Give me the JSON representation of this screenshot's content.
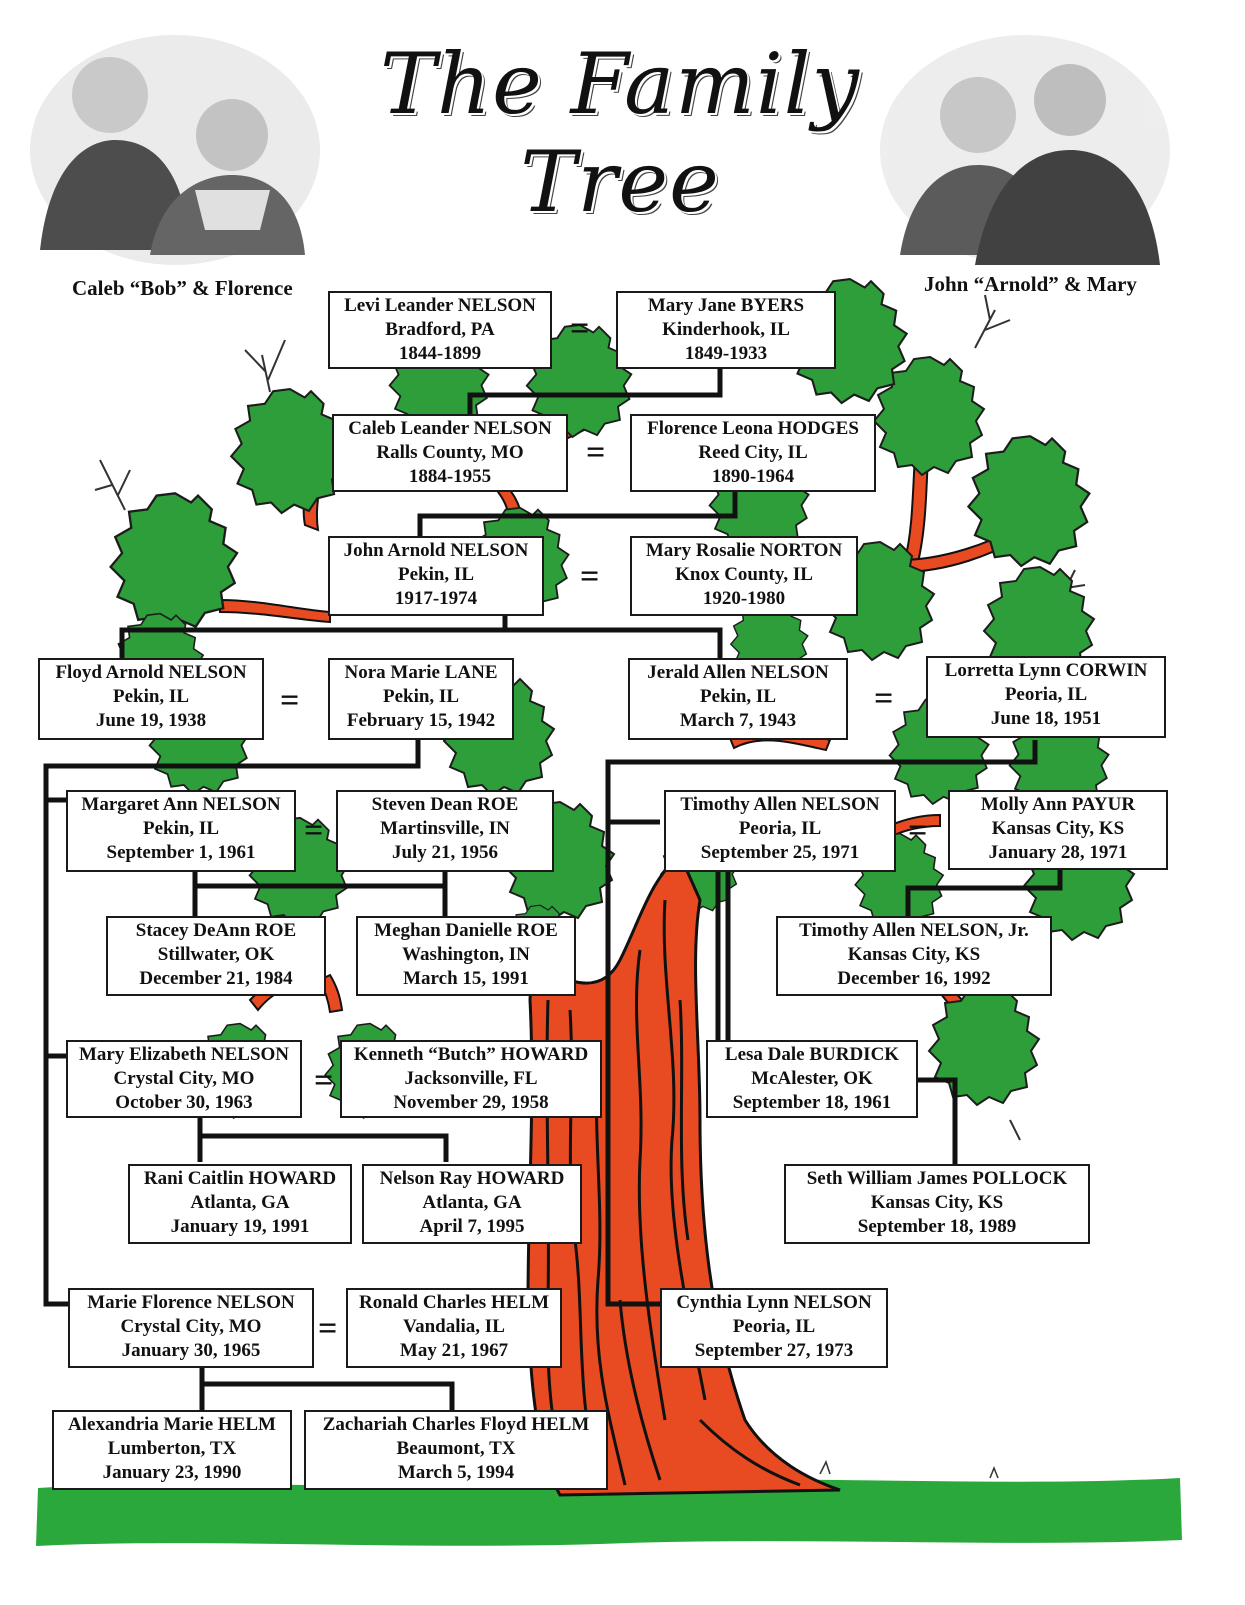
{
  "title": "The Family Tree",
  "captions": {
    "left": "Caleb “Bob” & Florence",
    "right": "John “Arnold” & Mary"
  },
  "colors": {
    "leaf": "#2e9e3a",
    "trunk": "#e84a22",
    "ground": "#2aa83c",
    "line": "#111111"
  },
  "equals_sign": "=",
  "people": {
    "levi": {
      "name": "Levi Leander NELSON",
      "place": "Bradford, PA",
      "date": "1844-1899"
    },
    "maryjane": {
      "name": "Mary Jane BYERS",
      "place": "Kinderhook, IL",
      "date": "1849-1933"
    },
    "caleb": {
      "name": "Caleb Leander NELSON",
      "place": "Ralls County, MO",
      "date": "1884-1955"
    },
    "florence": {
      "name": "Florence Leona HODGES",
      "place": "Reed City, IL",
      "date": "1890-1964"
    },
    "john": {
      "name": "John Arnold NELSON",
      "place": "Pekin, IL",
      "date": "1917-1974"
    },
    "maryrosalie": {
      "name": "Mary Rosalie NORTON",
      "place": "Knox County, IL",
      "date": "1920-1980"
    },
    "floyd": {
      "name": "Floyd Arnold NELSON",
      "place": "Pekin, IL",
      "date": "June 19, 1938"
    },
    "nora": {
      "name": "Nora Marie LANE",
      "place": "Pekin, IL",
      "date": "February 15, 1942"
    },
    "jerald": {
      "name": "Jerald Allen NELSON",
      "place": "Pekin, IL",
      "date": "March 7, 1943"
    },
    "lorretta": {
      "name": "Lorretta Lynn CORWIN",
      "place": "Peoria, IL",
      "date": "June 18, 1951"
    },
    "margaret": {
      "name": "Margaret Ann NELSON",
      "place": "Pekin, IL",
      "date": "September 1, 1961"
    },
    "steven": {
      "name": "Steven Dean ROE",
      "place": "Martinsville, IN",
      "date": "July 21, 1956"
    },
    "timothy": {
      "name": "Timothy Allen NELSON",
      "place": "Peoria, IL",
      "date": "September 25, 1971"
    },
    "molly": {
      "name": "Molly Ann PAYUR",
      "place": "Kansas City, KS",
      "date": "January 28, 1971"
    },
    "stacey": {
      "name": "Stacey DeAnn ROE",
      "place": "Stillwater, OK",
      "date": "December 21, 1984"
    },
    "meghan": {
      "name": "Meghan Danielle ROE",
      "place": "Washington, IN",
      "date": "March 15, 1991"
    },
    "timjr": {
      "name": "Timothy Allen NELSON, Jr.",
      "place": "Kansas City, KS",
      "date": "December 16, 1992"
    },
    "maryeliz": {
      "name": "Mary Elizabeth NELSON",
      "place": "Crystal City, MO",
      "date": "October 30, 1963"
    },
    "kenneth": {
      "name": "Kenneth “Butch” HOWARD",
      "place": "Jacksonville, FL",
      "date": "November 29, 1958"
    },
    "lesa": {
      "name": "Lesa  Dale BURDICK",
      "place": "McAlester, OK",
      "date": "September 18, 1961"
    },
    "rani": {
      "name": "Rani Caitlin HOWARD",
      "place": "Atlanta, GA",
      "date": "January 19, 1991"
    },
    "nelsonray": {
      "name": "Nelson Ray HOWARD",
      "place": "Atlanta, GA",
      "date": "April 7, 1995"
    },
    "seth": {
      "name": "Seth William James  POLLOCK",
      "place": "Kansas City, KS",
      "date": "September 18, 1989"
    },
    "marie": {
      "name": "Marie Florence NELSON",
      "place": "Crystal City, MO",
      "date": "January 30, 1965"
    },
    "ronald": {
      "name": "Ronald Charles HELM",
      "place": "Vandalia, IL",
      "date": "May 21, 1967"
    },
    "cynthia": {
      "name": "Cynthia Lynn NELSON",
      "place": "Peoria, IL",
      "date": "September 27, 1973"
    },
    "alexandria": {
      "name": "Alexandria Marie HELM",
      "place": "Lumberton, TX",
      "date": "January 23, 1990"
    },
    "zachariah": {
      "name": "Zachariah Charles Floyd HELM",
      "place": "Beaumont, TX",
      "date": "March 5, 1994"
    }
  }
}
